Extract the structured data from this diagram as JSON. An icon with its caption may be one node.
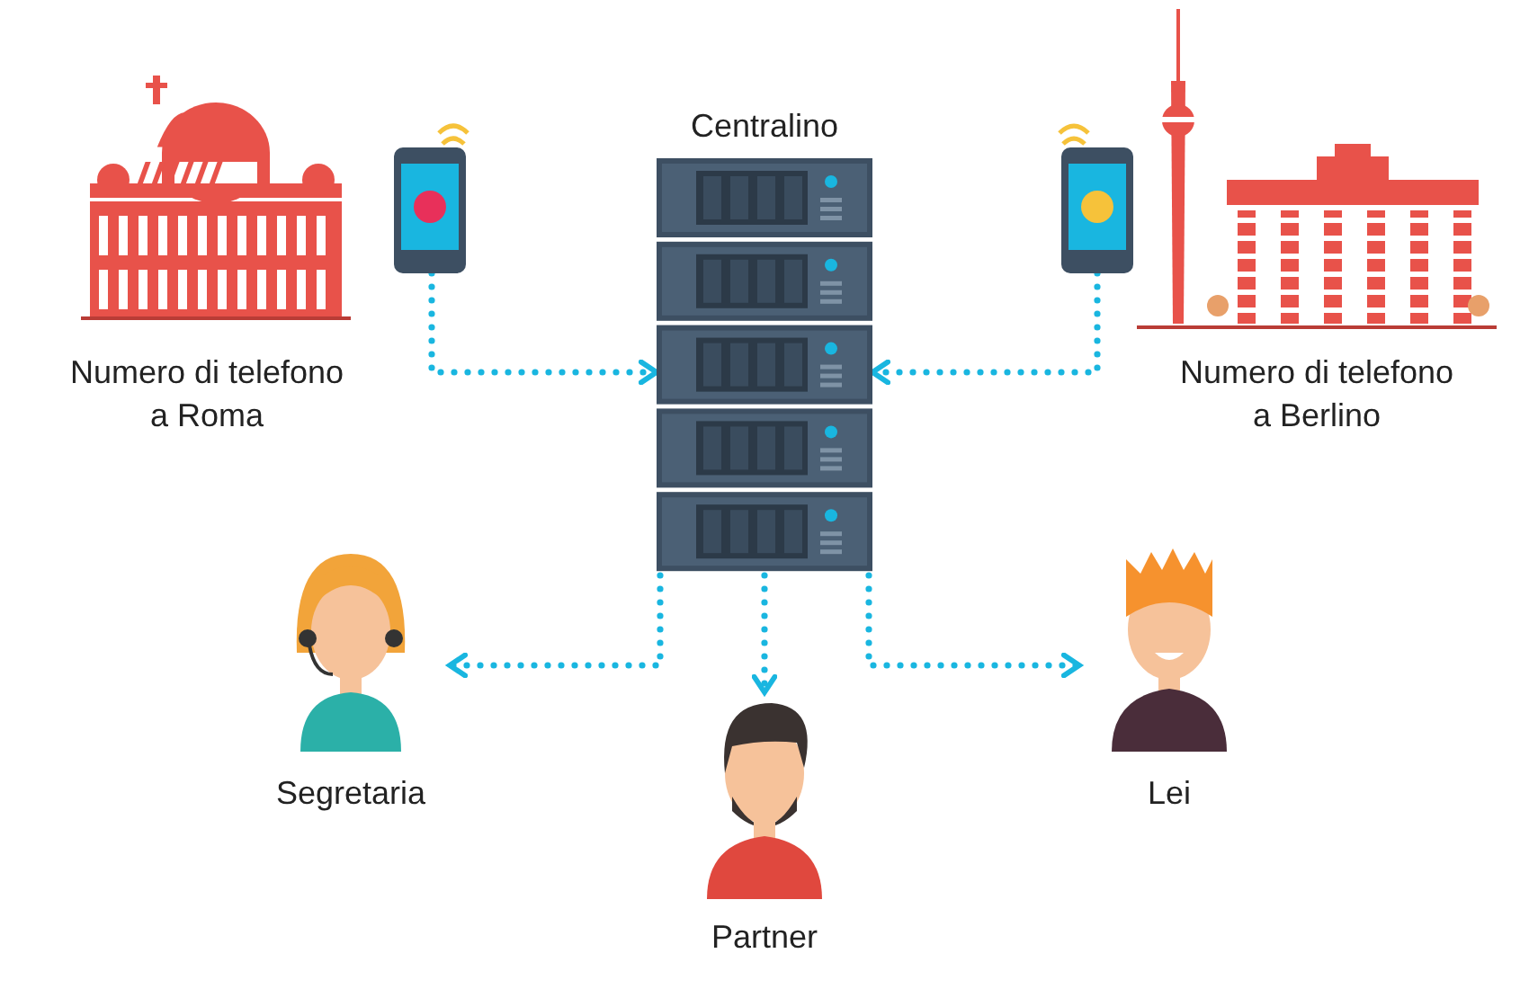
{
  "diagram": {
    "nodes": [
      {
        "text": [
          "Centralino"
        ]
      },
      {
        "text": [
          "Numero di telefono a Roma"
        ]
      },
      {
        "text": [],
        "shape": "picture"
      },
      {
        "text": [
          "Numero di telefono a Berlino"
        ]
      },
      {
        "text": [],
        "shape": "picture"
      },
      {
        "text": [
          "Segretaria"
        ]
      },
      {
        "text": [
          "Partner"
        ]
      },
      {
        "text": [
          "Lei"
        ]
      }
    ],
    "edges": [
      {
        "from": 2,
        "to": 0,
        "arrow": "to",
        "style": "dashed"
      },
      {
        "from": 4,
        "to": 0,
        "arrow": "to",
        "style": "dashed"
      },
      {
        "from": 0,
        "to": 5,
        "arrow": "to",
        "style": "dashed"
      },
      {
        "from": 0,
        "to": 6,
        "arrow": "to",
        "style": "dashed"
      },
      {
        "from": 0,
        "to": 7,
        "arrow": "to",
        "style": "dashed"
      }
    ]
  }
}
